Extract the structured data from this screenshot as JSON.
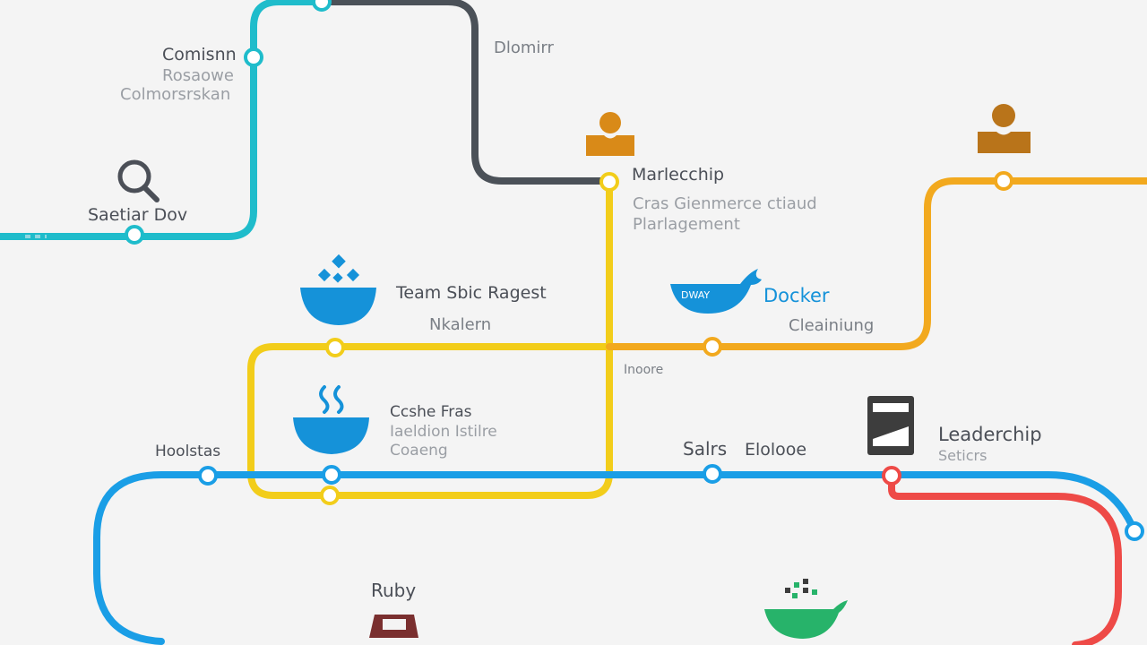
{
  "colors": {
    "background": "#f4f4f4",
    "cyan_line": "#1fbccb",
    "dark_line": "#4b5158",
    "yellow_line": "#f2cd1a",
    "orange_line": "#f2a91e",
    "blue_line": "#1a9ee6",
    "red_line": "#ee4a47",
    "icon_blue": "#1592d9",
    "icon_orange": "#d98a18",
    "icon_green": "#27b36a",
    "icon_dark": "#3d3d3d",
    "icon_maroon": "#7a2f2f"
  },
  "labels": {
    "top_left_line1": "Comisnn",
    "top_left_line2": "Rosaowe",
    "top_left_line3": "Colmorsrskan",
    "top_center": "Dlomirr",
    "search": "Saetiar Dov",
    "marketing": "Marlecchip",
    "management_line1": "Cras Gienmerce ctiaud",
    "management_line2": "Plarlagement",
    "team": "Team Sbic Ragest",
    "team_sub": "Nkalern",
    "docker": "Docker",
    "docker_sub": "Cleainiung",
    "small_center": "Inoore",
    "bowl_title": "Ccshe Fras",
    "bowl_line2": "Iaeldion Istilre",
    "bowl_line3": "Coaeng",
    "left_mid": "Hoolstas",
    "sales": "Salrs",
    "sales_sub": "Elolooe",
    "leadership": "Leaderchip",
    "leadership_sub": "Seticrs",
    "ruby": "Ruby",
    "docker_logo_text": "DWAY"
  },
  "icons": [
    "search-icon",
    "person-icon",
    "person-icon",
    "bowl-diamonds-icon",
    "whale-icon",
    "steam-bowl-icon",
    "book-icon",
    "ruby-gem-icon",
    "green-whale-icon"
  ]
}
